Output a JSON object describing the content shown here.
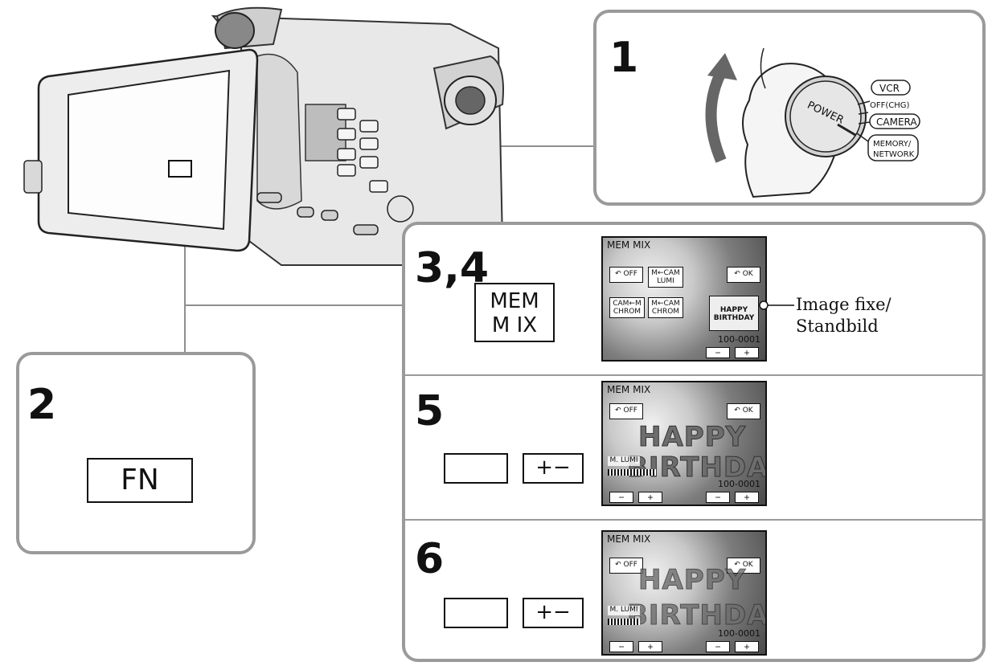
{
  "step1": {
    "number": "1",
    "power_label": "POWER",
    "modes": [
      "VCR",
      "OFF(CHG)",
      "CAMERA",
      "MEMORY/ NETWORK"
    ]
  },
  "step2": {
    "number": "2",
    "button": "FN"
  },
  "step34": {
    "number": "3,4",
    "button_line1": "MEM",
    "button_line2": "M IX",
    "screen": {
      "title": "MEM MIX",
      "off": "OFF",
      "ok": "OK",
      "mode1": "M←CAM LUMI",
      "mode2": "CAM←M CHROM",
      "mode3": "M←CAM CHROM",
      "thumb": "HAPPY BIRTHDAY",
      "counter": "100-0001",
      "minus": "−",
      "plus": "+"
    },
    "callout_line1": "Image fixe/",
    "callout_line2": "Standbild"
  },
  "step5": {
    "number": "5",
    "adjust": "+−",
    "screen": {
      "title": "MEM MIX",
      "off": "OFF",
      "ok": "OK",
      "big1": "HAPPY",
      "big2": "BIRTHDAY",
      "level": "M. LUMI",
      "counter": "100-0001",
      "minus": "−",
      "plus": "+"
    }
  },
  "step6": {
    "number": "6",
    "adjust": "+−",
    "screen": {
      "title": "MEM MIX",
      "off": "OFF",
      "ok": "OK",
      "big1": "HAPPY",
      "big2": "BIRTHDAY",
      "level": "M. LUMI",
      "counter": "100-0001",
      "minus": "−",
      "plus": "+"
    }
  },
  "colors": {
    "panel_border": "#9a9a9a",
    "ink": "#111111"
  }
}
